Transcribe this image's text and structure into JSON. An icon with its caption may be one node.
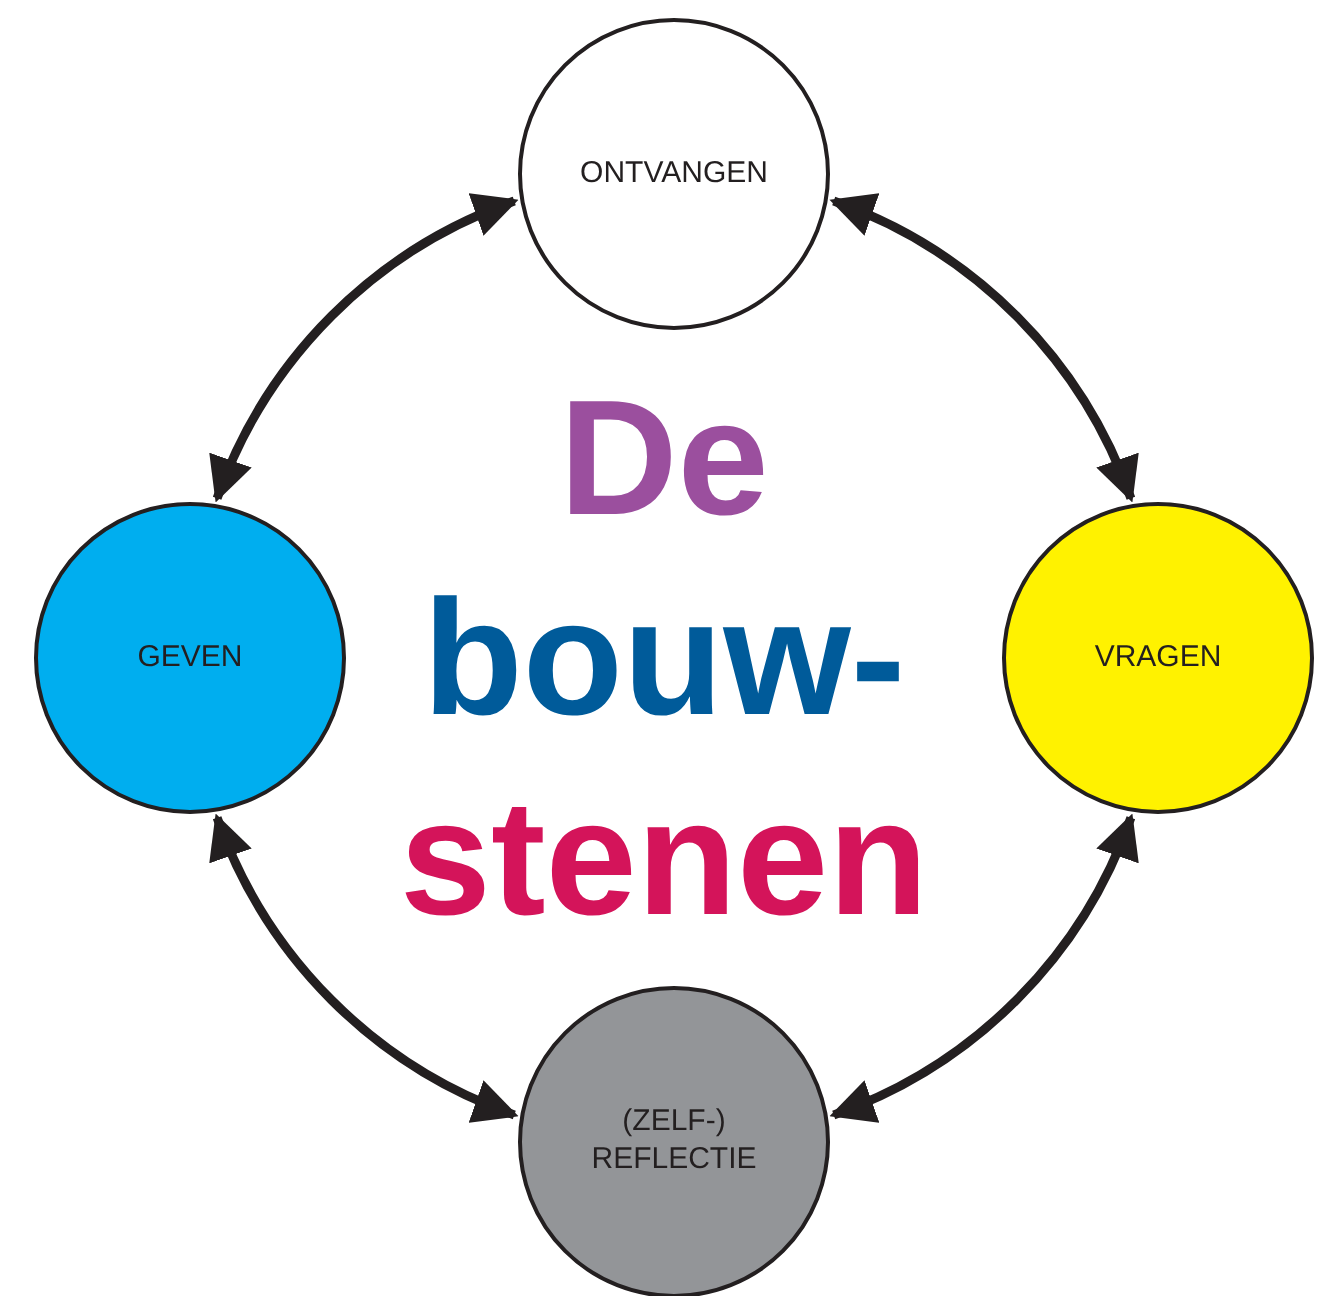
{
  "diagram": {
    "nodes": [
      {
        "text": [
          "ONTVANGEN"
        ]
      },
      {
        "text": [
          "GEVEN"
        ]
      },
      {
        "text": [
          "VRAGEN"
        ]
      },
      {
        "text": [
          "(ZELF-) REFLECTIE"
        ]
      }
    ],
    "edges": [
      {
        "from": 0,
        "to": 2,
        "arrow": "both"
      },
      {
        "from": 2,
        "to": 3,
        "arrow": "both"
      },
      {
        "from": 3,
        "to": 1,
        "arrow": "both"
      },
      {
        "from": 1,
        "to": 0,
        "arrow": "both"
      }
    ],
    "labels": [
      "De",
      "bouw-",
      "stenen"
    ]
  }
}
